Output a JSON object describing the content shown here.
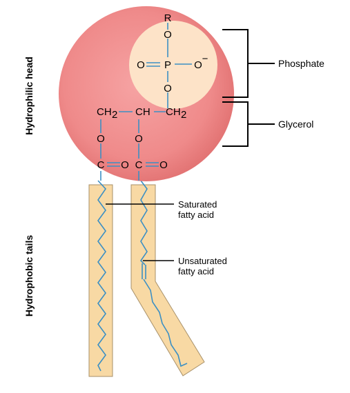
{
  "side_labels": {
    "head": "Hydrophilic head",
    "tails": "Hydrophobic tails"
  },
  "callouts": {
    "phosphate": "Phosphate",
    "glycerol": "Glycerol",
    "saturated_line1": "Saturated",
    "saturated_line2": "fatty acid",
    "unsaturated_line1": "Unsaturated",
    "unsaturated_line2": "fatty acid"
  },
  "chemistry": {
    "r": "R",
    "o": "O",
    "p": "P",
    "o_minus": "O",
    "minus": "−",
    "ch2": "CH",
    "ch": "CH",
    "sub2": "2",
    "c": "C"
  },
  "colors": {
    "head": "#f08a8a",
    "phosphate": "#fde3c8",
    "tail": "#f8d9a4",
    "bond": "#3b8fc4"
  }
}
